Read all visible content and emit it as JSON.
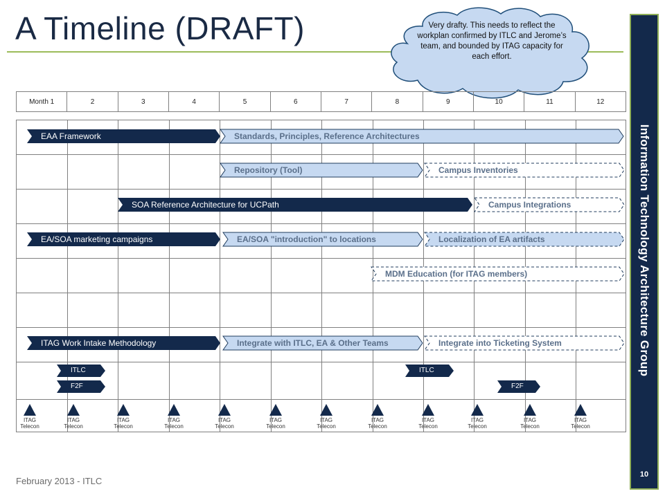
{
  "title": "A Timeline (DRAFT)",
  "cloud_note": "Very drafty. This needs to reflect the workplan confirmed by ITLC and Jerome’s team, and bounded by ITAG capacity for each effort.",
  "sidebar_title": "Information Technology Architecture Group",
  "page_number": "10",
  "footer": "February 2013 - ITLC",
  "months": [
    "Month 1",
    "2",
    "3",
    "4",
    "5",
    "6",
    "7",
    "8",
    "9",
    "10",
    "11",
    "12"
  ],
  "bars": {
    "eaa_framework": "EAA Framework",
    "standards": "Standards, Principles, Reference Architectures",
    "repository": "Repository (Tool)",
    "campus_inventories": "Campus Inventories",
    "soa_reference": "SOA Reference Architecture for UCPath",
    "campus_integrations": "Campus Integrations",
    "ea_soa_marketing": "EA/SOA marketing campaigns",
    "ea_soa_intro": "EA/SOA \"introduction\" to locations",
    "localization": "Localization of EA artifacts",
    "mdm_education": "MDM Education (for ITAG members)",
    "itag_work_intake": "ITAG Work Intake Methodology",
    "integrate_itlc": "Integrate with ITLC, EA & Other Teams",
    "integrate_ticketing": "Integrate into Ticketing System"
  },
  "meetings": {
    "itlc_1": "ITLC",
    "f2f_1": "F2F",
    "itlc_2": "ITLC",
    "f2f_2": "F2F"
  },
  "telecon_label_line1": "ITAG",
  "telecon_label_line2": "Telecon",
  "colors": {
    "dark_navy": "#13294b",
    "light_blue": "#c6d9f1",
    "accent_green": "#9bbb59"
  }
}
